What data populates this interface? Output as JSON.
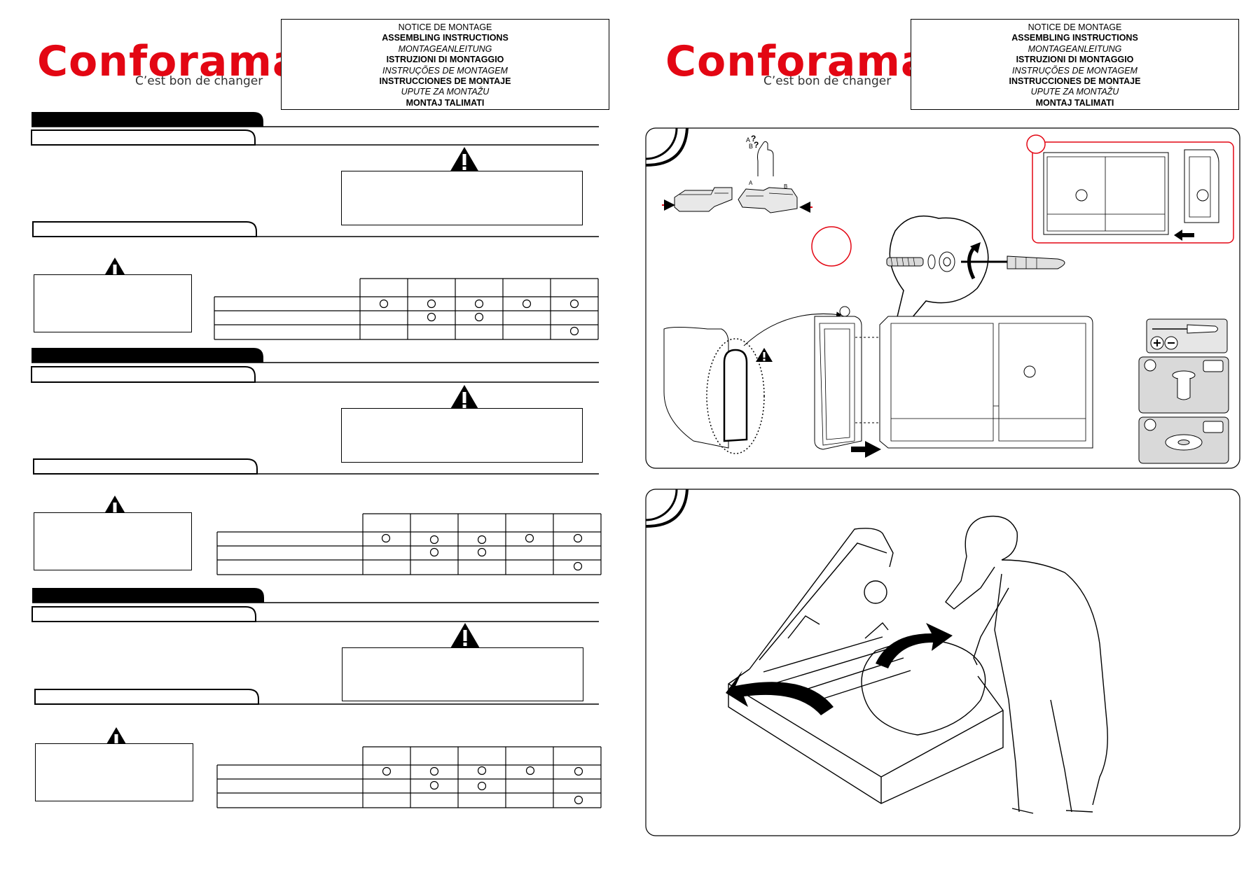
{
  "brand": {
    "name": "Conforama",
    "tagline": "C’est bon de changer",
    "color": "#e30613"
  },
  "notice": {
    "lines": [
      "NOTICE DE MONTAGE",
      "ASSEMBLING INSTRUCTIONS",
      "MONTAGEANLEITUNG",
      "ISTRUZIONI DI MONTAGGIO",
      "INSTRUÇÕES DE MONTAGEM",
      "INSTRUCCIONES DE MONTAJE",
      "UPUTE ZA MONTAŽU",
      "MONTAJ TALIMATI"
    ]
  },
  "illustration": {
    "inset_letters": [
      "A",
      "B"
    ],
    "inset_marks": [
      "?",
      "?"
    ]
  },
  "icons": {
    "warning": "warning-triangle-icon",
    "screwdriver": "screwdriver-icon",
    "plus": "plus-icon",
    "minus": "minus-icon",
    "screw": "screw-icon",
    "washer": "washer-icon",
    "arrow": "arrow-icon"
  },
  "colors": {
    "accent": "#e30613",
    "ink": "#000000",
    "panel_gray": "#d9d9d9"
  }
}
